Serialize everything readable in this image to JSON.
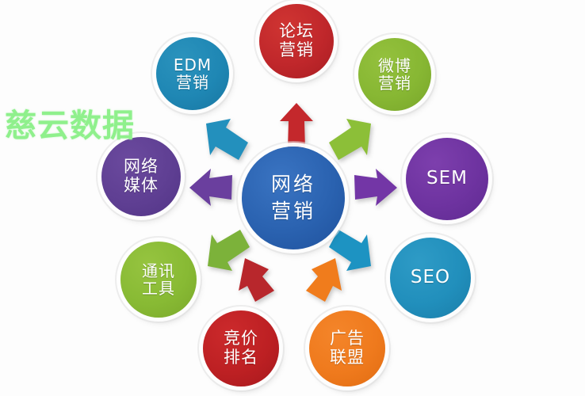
{
  "diagram": {
    "title": "网络营销",
    "center": {
      "id": "hub",
      "label_line1": "网络",
      "label_line2": "营销",
      "color": "#2a62b0",
      "name": "network-marketing-center"
    },
    "nodes": [
      {
        "id": "forum",
        "label_line1": "论坛",
        "label_line2": "营销",
        "color": "#c0272b",
        "position": "top"
      },
      {
        "id": "edm",
        "label_line1": "EDM",
        "label_line2": "营销",
        "color": "#1f87b4",
        "position": "top-left"
      },
      {
        "id": "weibo",
        "label_line1": "微博",
        "label_line2": "营销",
        "color": "#87b733",
        "position": "top-right"
      },
      {
        "id": "media",
        "label_line1": "网络",
        "label_line2": "媒体",
        "color": "#5f3f93",
        "position": "left"
      },
      {
        "id": "sem",
        "label_line1": "SEM",
        "label_line2": "",
        "color": "#6e33a0",
        "position": "right"
      },
      {
        "id": "im",
        "label_line1": "通讯",
        "label_line2": "工具",
        "color": "#88ba34",
        "position": "bottom-left"
      },
      {
        "id": "seo",
        "label_line1": "SEO",
        "label_line2": "",
        "color": "#218fbc",
        "position": "bottom-right"
      },
      {
        "id": "ppc",
        "label_line1": "竞价",
        "label_line2": "排名",
        "color": "#bd2023",
        "position": "bottom"
      },
      {
        "id": "ads",
        "label_line1": "广告",
        "label_line2": "联盟",
        "color": "#ef7a1d",
        "position": "bottom"
      }
    ],
    "arrows": [
      {
        "id": "arrow-up",
        "target": "forum",
        "color": "#c4282c",
        "direction": "up"
      },
      {
        "id": "arrow-up-left",
        "target": "edm",
        "color": "#2390bd",
        "direction": "up-left"
      },
      {
        "id": "arrow-up-right",
        "target": "weibo",
        "color": "#8cbf38",
        "direction": "up-right"
      },
      {
        "id": "arrow-left",
        "target": "media",
        "color": "#6a3f9e",
        "direction": "left"
      },
      {
        "id": "arrow-right",
        "target": "sem",
        "color": "#7336a6",
        "direction": "right"
      },
      {
        "id": "arrow-down-left",
        "target": "im",
        "color": "#7cb23a",
        "direction": "down-left"
      },
      {
        "id": "arrow-down-right",
        "target": "seo",
        "color": "#1d93c2",
        "direction": "down-right"
      },
      {
        "id": "arrow-down-ppc",
        "target": "ppc",
        "color": "#b8272c",
        "direction": "down"
      },
      {
        "id": "arrow-down-ads",
        "target": "ads",
        "color": "#f07c1c",
        "direction": "down"
      }
    ]
  },
  "watermark": {
    "text": "慈云数据",
    "color": "#8ff08c"
  }
}
